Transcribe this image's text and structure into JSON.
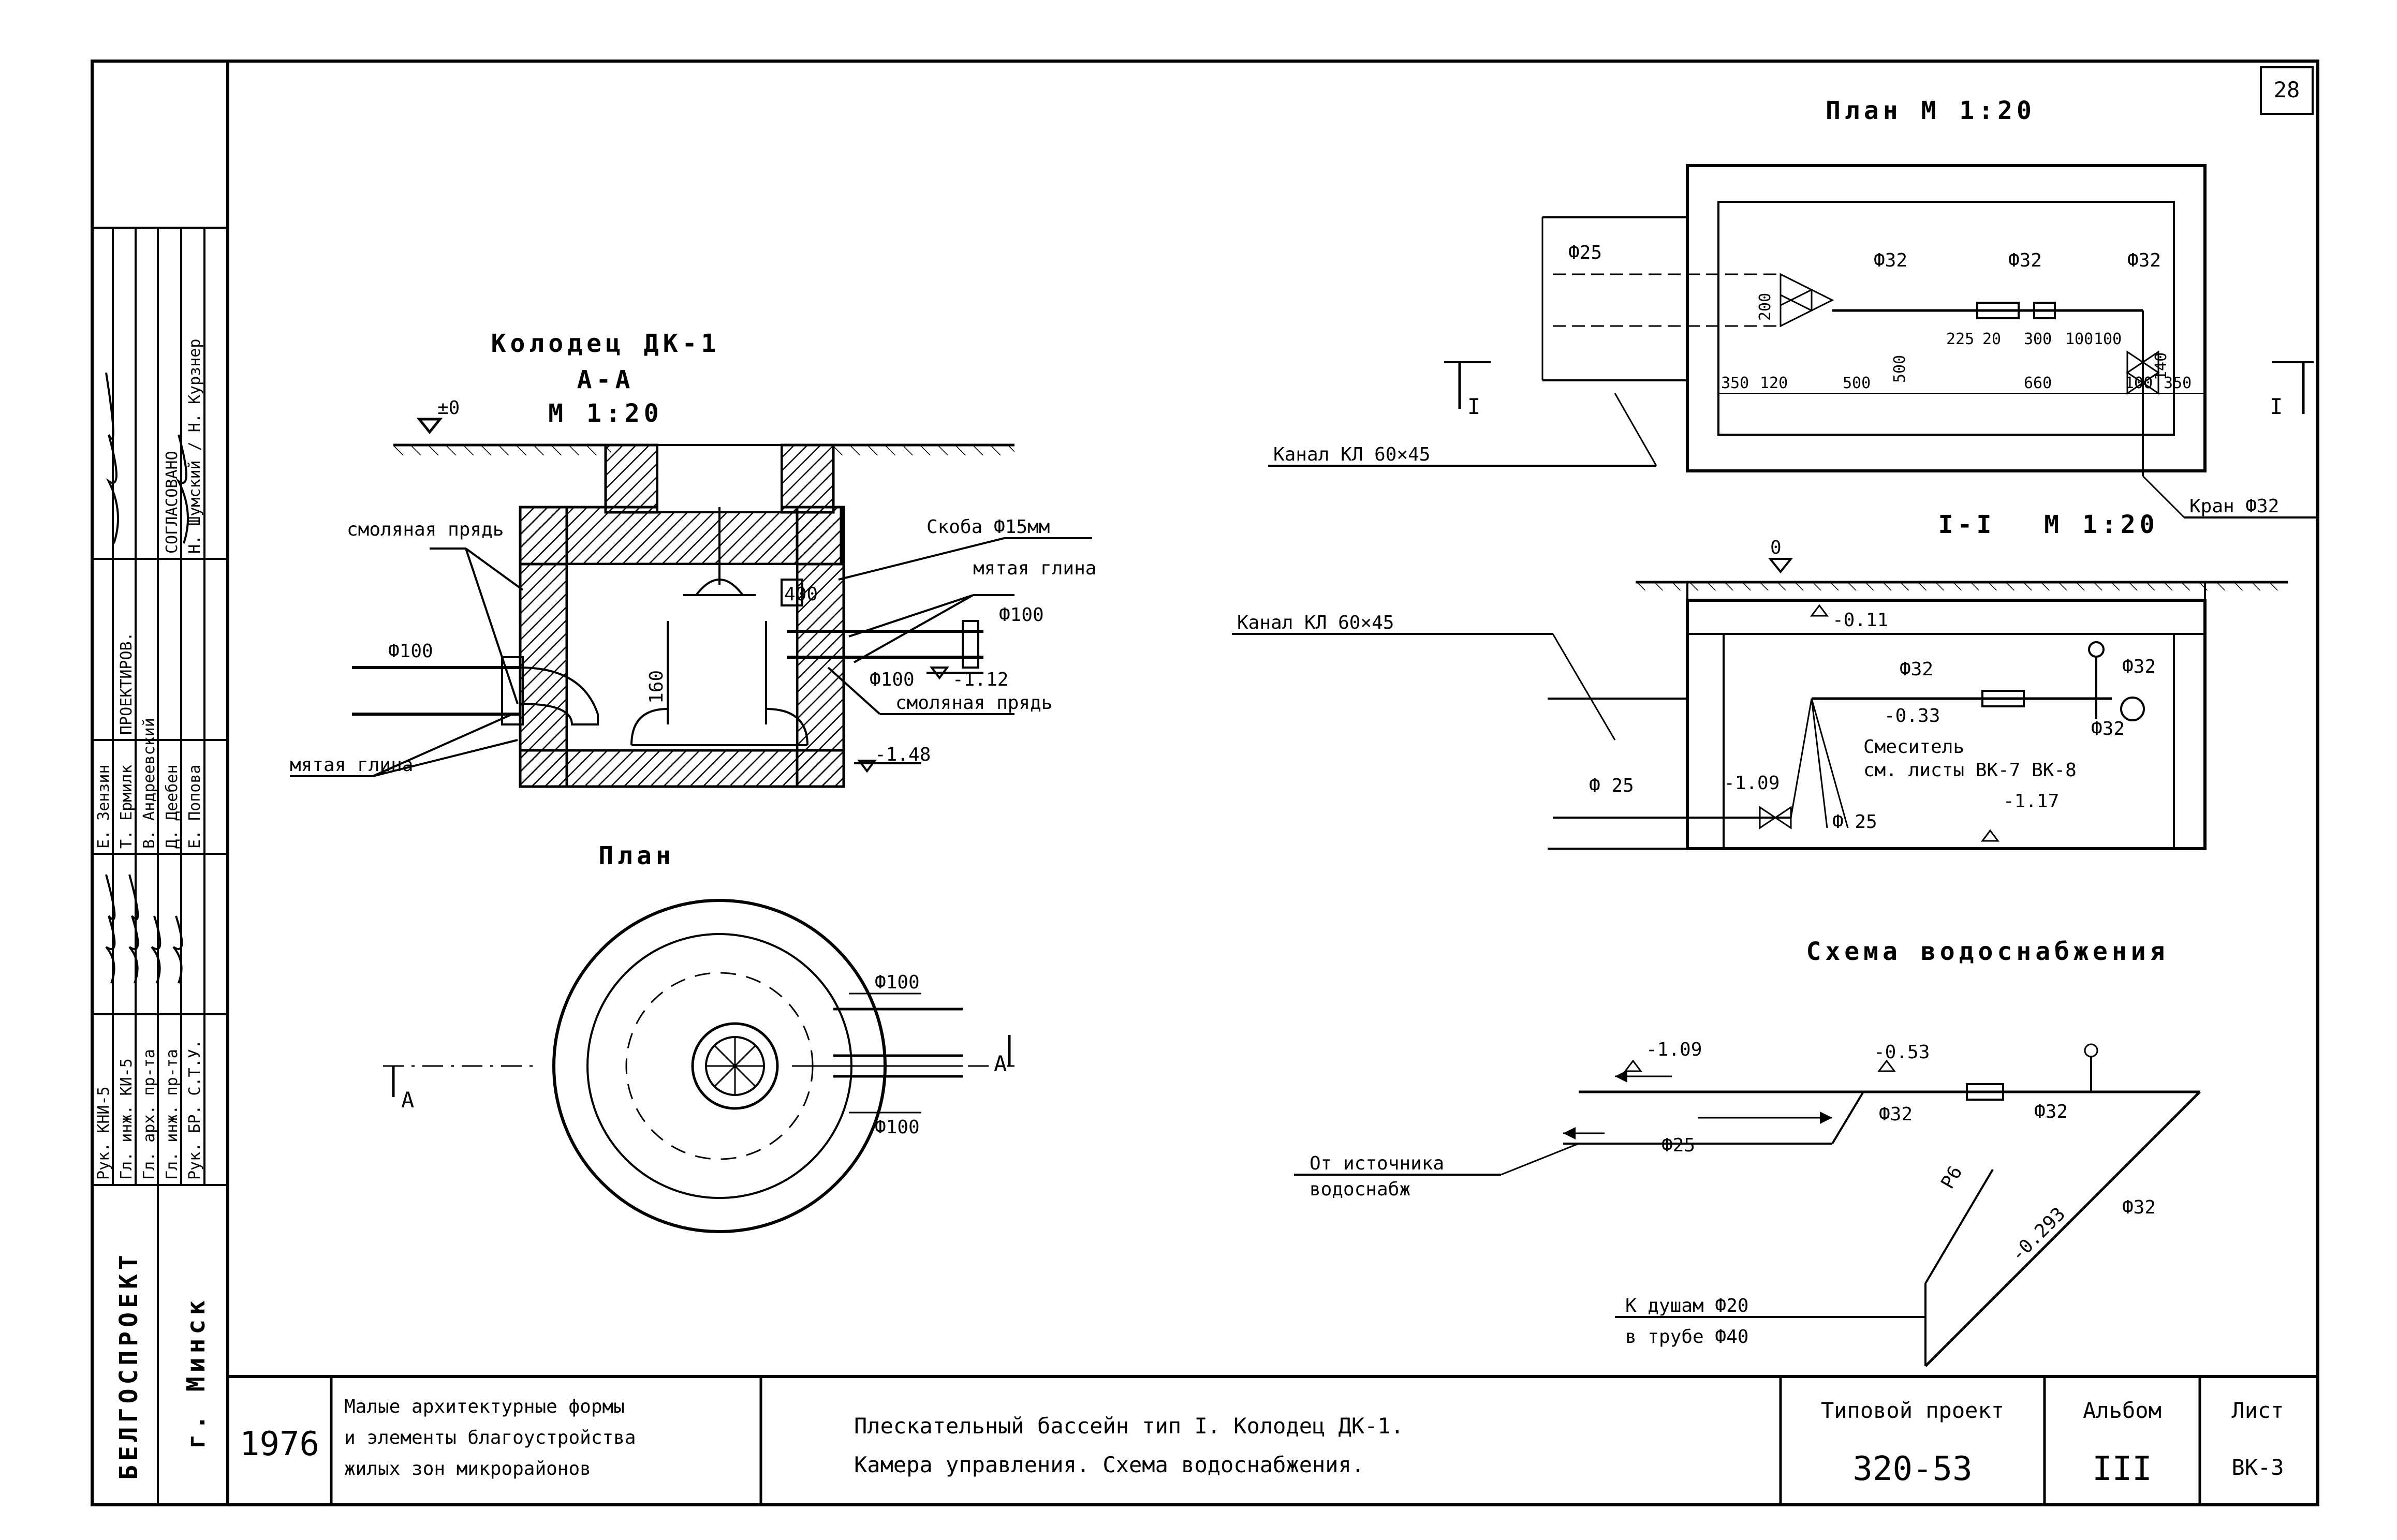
{
  "sheet": {
    "page_no": "28"
  },
  "well": {
    "title": "Колодец ДК-1",
    "section": "А-А",
    "scale": "М 1:20",
    "level_zero": "±0",
    "resin_strand": "смоляная прядь",
    "resin_strand2": "смоляная прядь",
    "bracket": "Скоба Ф15мм",
    "crumpled_clay": "мятая глина",
    "crumpled_clay2": "мятая глина",
    "pipe_in": "Ф100",
    "pipe_out": "Ф100",
    "pipe_out2": "Ф100",
    "dim_160": "160",
    "dim_400": "400",
    "level_112": "-1.12",
    "level_148": "-1.48"
  },
  "well_plan": {
    "title": "План",
    "pipe_top": "Ф100",
    "pipe_bottom": "Ф100",
    "cut_left": "А",
    "cut_right": "А"
  },
  "chamber_plan": {
    "title": "План М 1:20",
    "phi25": "Ф25",
    "phi32a": "Ф32",
    "phi32b": "Ф32",
    "phi32c": "Ф32",
    "dim_200": "200",
    "dim_500v": "500",
    "dim_225": "225",
    "dim_20": "20",
    "dim_300": "300",
    "dim_100a": "100",
    "dim_100b": "100",
    "dim_140": "140",
    "dim_350a": "350",
    "dim_120": "120",
    "dim_500": "500",
    "dim_660": "660",
    "dim_100c": "100",
    "dim_350b": "350",
    "cut_left": "I",
    "cut_right": "I",
    "channel": "Канал КЛ 60×45",
    "tap": "Кран Ф32"
  },
  "chamber_section": {
    "title": "I-I",
    "scale": "М 1:20",
    "level_zero": "0",
    "level_011": "-0.11",
    "channel": "Канал КЛ 60×45",
    "phi32a": "Ф32",
    "phi32b": "Ф32",
    "phi32c": "Ф32",
    "level_033": "-0.33",
    "mixer": "Смеситель",
    "mixer_ref": "см. листы ВК-7 ВК-8",
    "level_109": "-1.09",
    "level_117": "-1.17",
    "phi25a": "Ф 25",
    "phi25b": "Ф 25"
  },
  "scheme": {
    "title": "Схема водоснабжения",
    "level_109": "-1.09",
    "level_053": "-0.53",
    "phi32a": "Ф32",
    "phi32b": "Ф32",
    "phi32c": "Ф32",
    "phi25": "Ф25",
    "from_source_1": "От источника",
    "from_source_2": "водоснабж",
    "to_showers": "К душам Ф20",
    "in_pipe": "в трубе Ф40",
    "dim_r6": "Р6",
    "level_0293": "-0.293"
  },
  "side_stamp": {
    "org": "БЕЛГОСПРОЕКТ",
    "city": "г. Минск",
    "roles": [
      "Рук. КНИ-5",
      "Гл. инж. КИ-5",
      "Гл. арх. пр-та",
      "Гл. инж. пр-та",
      "Рук. БР. С.Т.У."
    ],
    "names": [
      "Е. Зензин",
      "Т. Ермилк",
      "В. Андреевский",
      "Д. Деебен",
      "Е. Попова"
    ],
    "agreed": "СОГЛАСОВАНО",
    "agreed_names": "Н. Шумский / Н. Курзнер",
    "designed": "ПРОЕКТИРОВ."
  },
  "title_block": {
    "year": "1976",
    "series_1": "Малые архитектурные формы",
    "series_2": "и элементы благоустройства",
    "series_3": "жилых зон микрорайонов",
    "desc_1": "Плескательный бассейн тип I. Колодец ДК-1.",
    "desc_2": "Камера управления. Схема водоснабжения.",
    "project_label": "Типовой проект",
    "project_no": "320-53",
    "album_label": "Альбом",
    "album_no": "III",
    "sheet_label": "Лист",
    "sheet_no": "ВК-3"
  }
}
